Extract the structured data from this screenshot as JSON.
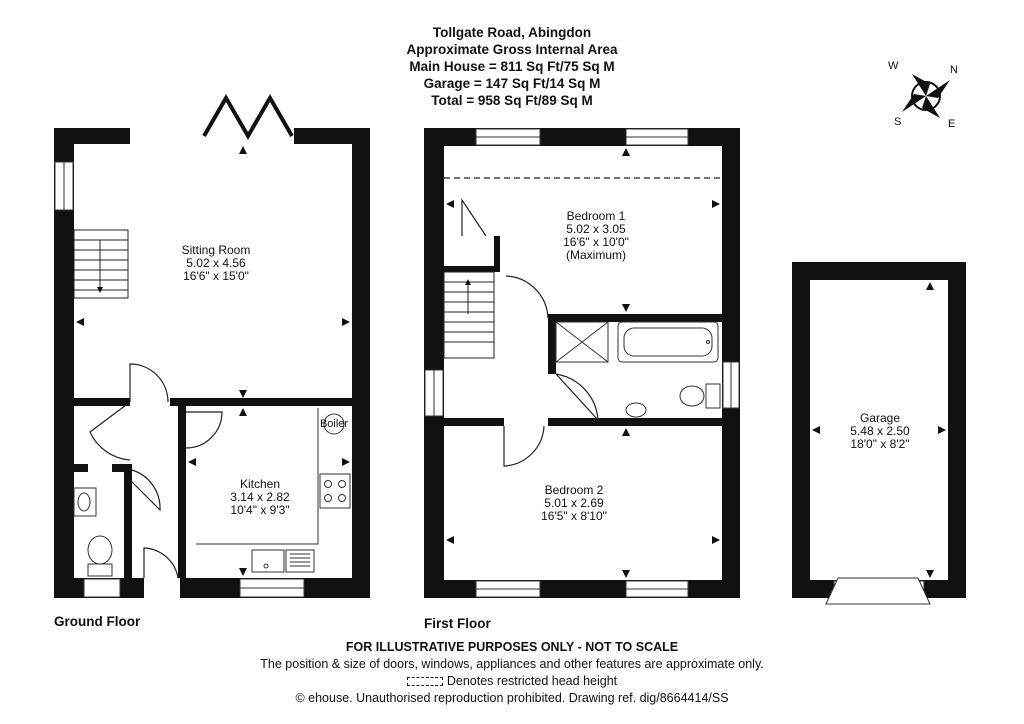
{
  "header": {
    "address": "Tollgate Road, Abingdon",
    "area_title": "Approximate Gross Internal Area",
    "main_house": "Main House = 811 Sq Ft/75 Sq M",
    "garage": "Garage = 147 Sq Ft/14 Sq M",
    "total": "Total = 958 Sq Ft/89 Sq M"
  },
  "compass": {
    "n": "N",
    "e": "E",
    "s": "S",
    "w": "W"
  },
  "floors": {
    "ground": "Ground Floor",
    "first": "First Floor"
  },
  "rooms": {
    "sitting_room": {
      "name": "Sitting Room",
      "metric": "5.02 x 4.56",
      "imperial": "16'6\" x 15'0\""
    },
    "kitchen": {
      "name": "Kitchen",
      "metric": "3.14 x 2.82",
      "imperial": "10'4\" x 9'3\""
    },
    "boiler": "Boiler",
    "bedroom1": {
      "name": "Bedroom 1",
      "metric": "5.02 x 3.05",
      "imperial": "16'6\" x 10'0\"",
      "note": "(Maximum)"
    },
    "bedroom2": {
      "name": "Bedroom 2",
      "metric": "5.01 x 2.69",
      "imperial": "16'5\" x 8'10\""
    },
    "garage": {
      "name": "Garage",
      "metric": "5.48 x 2.50",
      "imperial": "18'0\" x 8'2\""
    }
  },
  "footer": {
    "disclaimer": "FOR ILLUSTRATIVE PURPOSES ONLY - NOT TO SCALE",
    "position_note": "The position & size of doors, windows, appliances and other features are approximate only.",
    "head_height": "Denotes restricted head height",
    "copyright": "© ehouse. Unauthorised reproduction prohibited. Drawing ref. dig/8664414/SS"
  },
  "colors": {
    "wall": "#111111",
    "window": "#ffffff",
    "line": "#333333"
  }
}
